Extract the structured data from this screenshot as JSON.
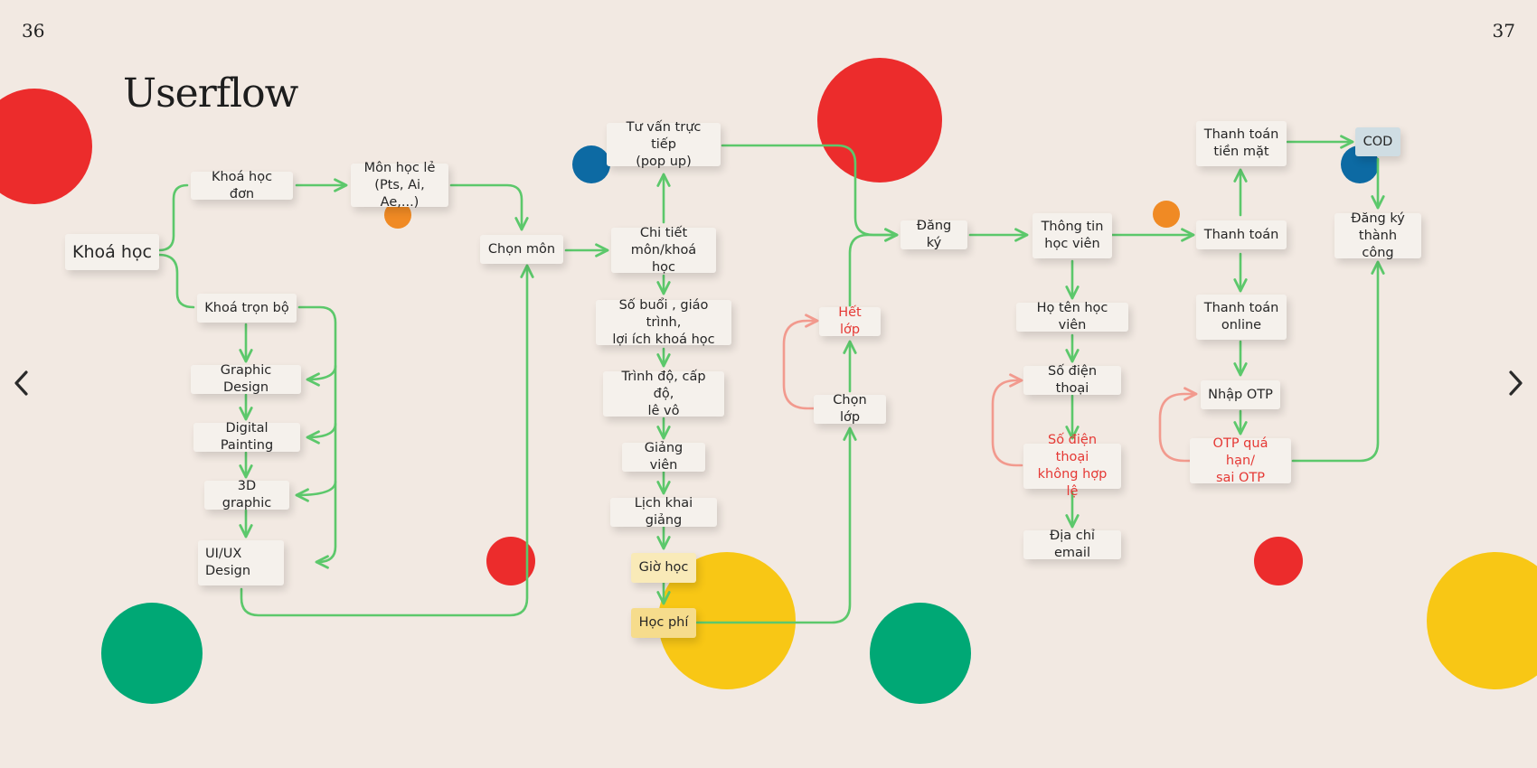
{
  "page": {
    "left_number": "36",
    "right_number": "37",
    "title": "Userflow"
  },
  "colors": {
    "arrow": "#5cc86b",
    "loop": "#f29a8e",
    "red": "#ec2c2c",
    "green": "#00a875",
    "yellow": "#f8c715",
    "blue": "#0d6aa3",
    "orange": "#f08a24",
    "background": "#f2e9e2"
  },
  "nav": {
    "prev_icon": "chevron-left-icon",
    "next_icon": "chevron-right-icon"
  },
  "nodes": {
    "khoa_hoc": "Khoá học",
    "khoa_hoc_don": "Khoá học đơn",
    "khoa_tron_bo": "Khoá trọn bộ",
    "mon_hoc_le": "Môn học lẻ\n(Pts, Ai, Ae,...)",
    "graphic_design": "Graphic Design",
    "digital_painting": "Digital Painting",
    "graphic_3d": "3D graphic",
    "uiux_design": "UI/UX\nDesign",
    "chon_mon": "Chọn môn",
    "tu_van": "Tư vấn trực tiếp\n(pop up)",
    "chi_tiet": "Chi tiết\nmôn/khoá học",
    "so_buoi": "Số buổi , giáo trình,\nlợi ích khoá học",
    "trinh_do": "Trình độ, cấp độ,\nlê vô",
    "giang_vien": "Giảng viên",
    "lich_khai_giang": "Lịch khai giảng",
    "gio_hoc": "Giờ học",
    "hoc_phi": "Học phí",
    "het_lop": "Hết lớp",
    "chon_lop": "Chọn lớp",
    "dang_ky": "Đăng ký",
    "thong_tin": "Thông tin\nhọc viên",
    "ho_ten": "Họ tên học viên",
    "so_dien_thoai": "Số điện thoại",
    "sdt_khong_hop_le": "Số điện thoại\nkhông hợp lệ",
    "dia_chi_email": "Địa chỉ email",
    "thanh_toan_tien_mat": "Thanh toán\ntiền mặt",
    "thanh_toan": "Thanh toán",
    "thanh_toan_online": "Thanh toán\nonline",
    "nhap_otp": "Nhập OTP",
    "otp_qua_han": "OTP quá hạn/\nsai OTP",
    "cod": "COD",
    "dang_ky_thanh_cong": "Đăng ký\nthành công"
  }
}
